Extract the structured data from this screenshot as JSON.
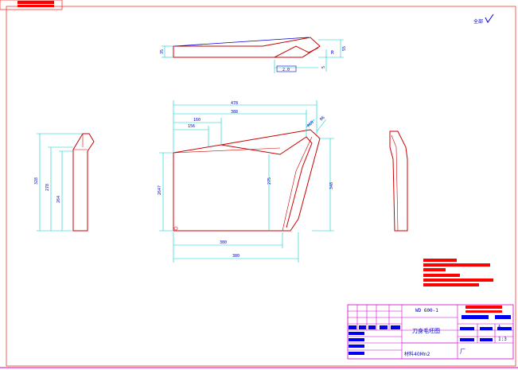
{
  "roughness_note": "全部",
  "top_view": {
    "dim_height_left": "35",
    "dim_height_right": "55",
    "dim_r": "R",
    "dim_small": "5",
    "surface_finish": "2.0"
  },
  "front_view": {
    "dim_total_width": "478",
    "dim_width_2": "388",
    "dim_width_3": "160",
    "dim_width_4": "156",
    "dim_left_height": "264?",
    "dim_inner_height": "275",
    "dim_right_height": "348",
    "dim_bottom_1": "380",
    "dim_bottom_2": "380",
    "dim_angle_1": "R60",
    "dim_angle_2": "R6"
  },
  "side_view_left": {
    "dim_1": "328",
    "dim_2": "278",
    "dim_3": "264"
  },
  "title_block": {
    "drawing_number": "WD 600-1",
    "drawing_name": "刀身毛坯图",
    "material": "材料40Mn2",
    "scale": "1:3",
    "sheet_mark": "A",
    "factory": "厂"
  },
  "colors": {
    "outline": "#cc0000",
    "dimension": "#00e5ee",
    "frame": "#cc00cc",
    "redact_red": "#ff0000",
    "redact_blue": "#0000ee"
  }
}
